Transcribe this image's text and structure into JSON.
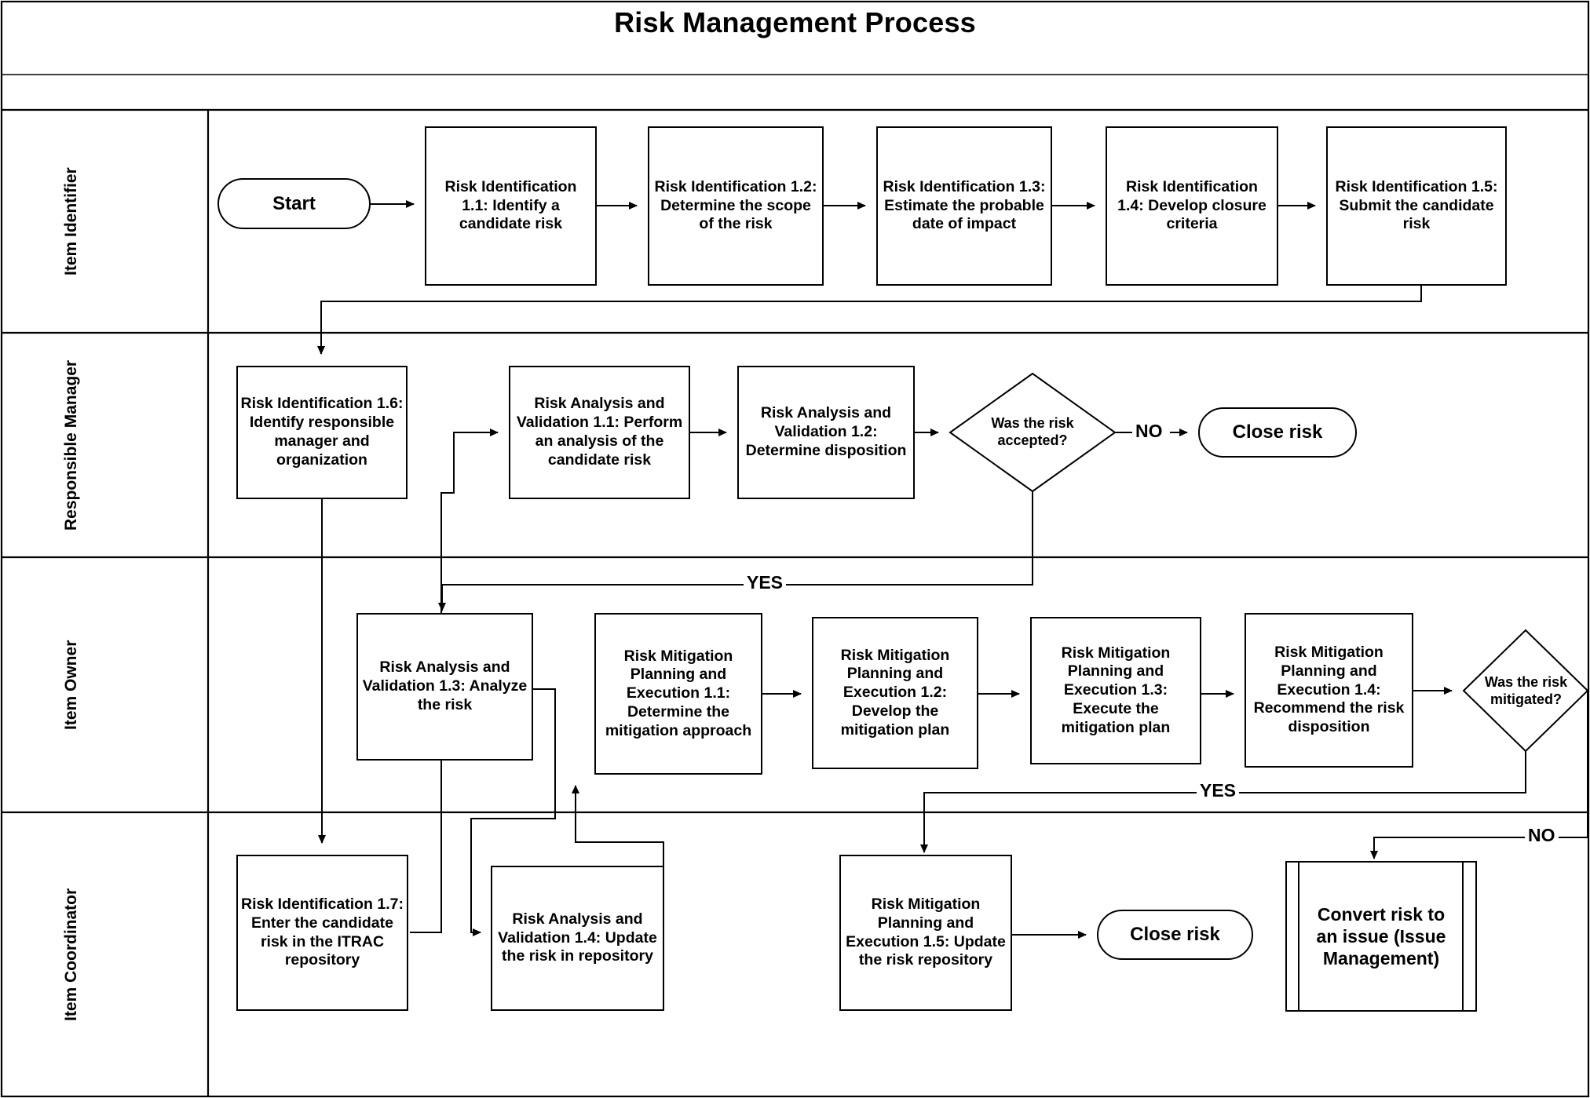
{
  "title": "Risk Management Process",
  "lanes": [
    {
      "id": "item-identifier",
      "label": "Item Identifier"
    },
    {
      "id": "responsible-manager",
      "label": "Responsible Manager"
    },
    {
      "id": "item-owner",
      "label": "Item Owner"
    },
    {
      "id": "item-coordinator",
      "label": "Item Coordinator"
    }
  ],
  "chart_data": {
    "type": "diagram",
    "diagram_type": "swimlane-flowchart",
    "title": "Risk Management Process",
    "lanes": [
      "Item Identifier",
      "Responsible Manager",
      "Item Owner",
      "Item Coordinator"
    ],
    "nodes": [
      {
        "id": "start",
        "lane": "Item Identifier",
        "shape": "terminator",
        "text": "Start"
      },
      {
        "id": "ri11",
        "lane": "Item Identifier",
        "shape": "process",
        "text": "Risk Identification 1.1: Identify a candidate risk"
      },
      {
        "id": "ri12",
        "lane": "Item Identifier",
        "shape": "process",
        "text": "Risk Identification 1.2: Determine the scope of the risk"
      },
      {
        "id": "ri13",
        "lane": "Item Identifier",
        "shape": "process",
        "text": "Risk Identification 1.3: Estimate the probable date of impact"
      },
      {
        "id": "ri14",
        "lane": "Item Identifier",
        "shape": "process",
        "text": "Risk Identification 1.4: Develop closure criteria"
      },
      {
        "id": "ri15",
        "lane": "Item Identifier",
        "shape": "process",
        "text": "Risk Identification 1.5: Submit the candidate risk"
      },
      {
        "id": "ri16",
        "lane": "Responsible Manager",
        "shape": "process",
        "text": "Risk Identification 1.6: Identify responsible manager and organization"
      },
      {
        "id": "rav11",
        "lane": "Responsible Manager",
        "shape": "process",
        "text": "Risk Analysis and Validation 1.1: Perform an analysis of the candidate risk"
      },
      {
        "id": "rav12",
        "lane": "Responsible Manager",
        "shape": "process",
        "text": "Risk Analysis and Validation 1.2: Determine disposition"
      },
      {
        "id": "dec1",
        "lane": "Responsible Manager",
        "shape": "decision",
        "text": "Was the risk accepted?"
      },
      {
        "id": "close1",
        "lane": "Responsible Manager",
        "shape": "terminator",
        "text": "Close risk"
      },
      {
        "id": "rav13",
        "lane": "Item Owner",
        "shape": "process",
        "text": "Risk Analysis and Validation 1.3: Analyze the risk"
      },
      {
        "id": "rmpe11",
        "lane": "Item Owner",
        "shape": "process",
        "text": "Risk Mitigation Planning and Execution 1.1: Determine the mitigation approach"
      },
      {
        "id": "rmpe12",
        "lane": "Item Owner",
        "shape": "process",
        "text": "Risk Mitigation Planning and Execution 1.2: Develop the mitigation plan"
      },
      {
        "id": "rmpe13",
        "lane": "Item Owner",
        "shape": "process",
        "text": "Risk Mitigation Planning and Execution 1.3: Execute the mitigation plan"
      },
      {
        "id": "rmpe14",
        "lane": "Item Owner",
        "shape": "process",
        "text": "Risk Mitigation Planning and Execution 1.4: Recommend the risk disposition"
      },
      {
        "id": "dec2",
        "lane": "Item Owner",
        "shape": "decision",
        "text": "Was the risk mitigated?"
      },
      {
        "id": "ri17",
        "lane": "Item Coordinator",
        "shape": "process",
        "text": "Risk Identification 1.7: Enter the candidate risk in the ITRAC repository"
      },
      {
        "id": "rav14",
        "lane": "Item Coordinator",
        "shape": "process",
        "text": "Risk Analysis and Validation 1.4: Update the risk in repository"
      },
      {
        "id": "rmpe15",
        "lane": "Item Coordinator",
        "shape": "process",
        "text": "Risk Mitigation Planning and Execution 1.5: Update the risk repository"
      },
      {
        "id": "close2",
        "lane": "Item Coordinator",
        "shape": "terminator",
        "text": "Close risk"
      },
      {
        "id": "convert",
        "lane": "Item Coordinator",
        "shape": "predefined-process",
        "text": "Convert risk to an issue (Issue Management)"
      }
    ],
    "edges": [
      {
        "from": "start",
        "to": "ri11",
        "label": ""
      },
      {
        "from": "ri11",
        "to": "ri12",
        "label": ""
      },
      {
        "from": "ri12",
        "to": "ri13",
        "label": ""
      },
      {
        "from": "ri13",
        "to": "ri14",
        "label": ""
      },
      {
        "from": "ri14",
        "to": "ri15",
        "label": ""
      },
      {
        "from": "ri15",
        "to": "ri16",
        "label": ""
      },
      {
        "from": "ri16",
        "to": "ri17",
        "label": ""
      },
      {
        "from": "ri17",
        "to": "rav11",
        "label": ""
      },
      {
        "from": "rav11",
        "to": "rav12",
        "label": ""
      },
      {
        "from": "rav12",
        "to": "dec1",
        "label": ""
      },
      {
        "from": "dec1",
        "to": "close1",
        "label": "NO"
      },
      {
        "from": "dec1",
        "to": "rav13",
        "label": "YES"
      },
      {
        "from": "rav13",
        "to": "rav14",
        "label": ""
      },
      {
        "from": "rav14",
        "to": "rmpe11",
        "label": ""
      },
      {
        "from": "rmpe11",
        "to": "rmpe12",
        "label": ""
      },
      {
        "from": "rmpe12",
        "to": "rmpe13",
        "label": ""
      },
      {
        "from": "rmpe13",
        "to": "rmpe14",
        "label": ""
      },
      {
        "from": "rmpe14",
        "to": "dec2",
        "label": ""
      },
      {
        "from": "dec2",
        "to": "rmpe15",
        "label": "YES"
      },
      {
        "from": "dec2",
        "to": "convert",
        "label": "NO"
      },
      {
        "from": "rmpe15",
        "to": "close2",
        "label": ""
      }
    ],
    "edge_labels": [
      "NO",
      "YES",
      "YES",
      "NO"
    ]
  },
  "nodes": {
    "start": "Start",
    "ri11": "Risk Identification 1.1: Identify a candidate risk",
    "ri12": "Risk Identification 1.2: Determine the scope of the risk",
    "ri13": "Risk Identification 1.3: Estimate the probable date of impact",
    "ri14": "Risk Identification 1.4: Develop closure criteria",
    "ri15": "Risk Identification 1.5: Submit the candidate risk",
    "ri16": "Risk Identification 1.6: Identify responsible manager and organization",
    "rav11": "Risk Analysis and Validation 1.1: Perform an analysis of the candidate risk",
    "rav12": "Risk Analysis and Validation 1.2: Determine disposition",
    "dec1": "Was the risk accepted?",
    "close1": "Close risk",
    "rav13": "Risk Analysis and Validation 1.3: Analyze the risk",
    "rmpe11": "Risk Mitigation Planning and Execution 1.1: Determine the mitigation approach",
    "rmpe12": "Risk Mitigation Planning and Execution 1.2: Develop the mitigation plan",
    "rmpe13": "Risk Mitigation Planning and Execution 1.3: Execute the mitigation plan",
    "rmpe14": "Risk Mitigation Planning and Execution 1.4: Recommend the risk disposition",
    "dec2": "Was the risk mitigated?",
    "ri17": "Risk Identification 1.7: Enter the candidate risk in the ITRAC repository",
    "rav14": "Risk Analysis and Validation 1.4: Update the risk in repository",
    "rmpe15": "Risk Mitigation Planning and Execution 1.5: Update the risk repository",
    "close2": "Close risk",
    "convert": "Convert risk to an issue (Issue Management)"
  },
  "labels": {
    "no1": "NO",
    "yes1": "YES",
    "yes2": "YES",
    "no2": "NO"
  },
  "colors": {
    "stroke": "#000000",
    "fill": "#ffffff",
    "text": "#000000"
  }
}
